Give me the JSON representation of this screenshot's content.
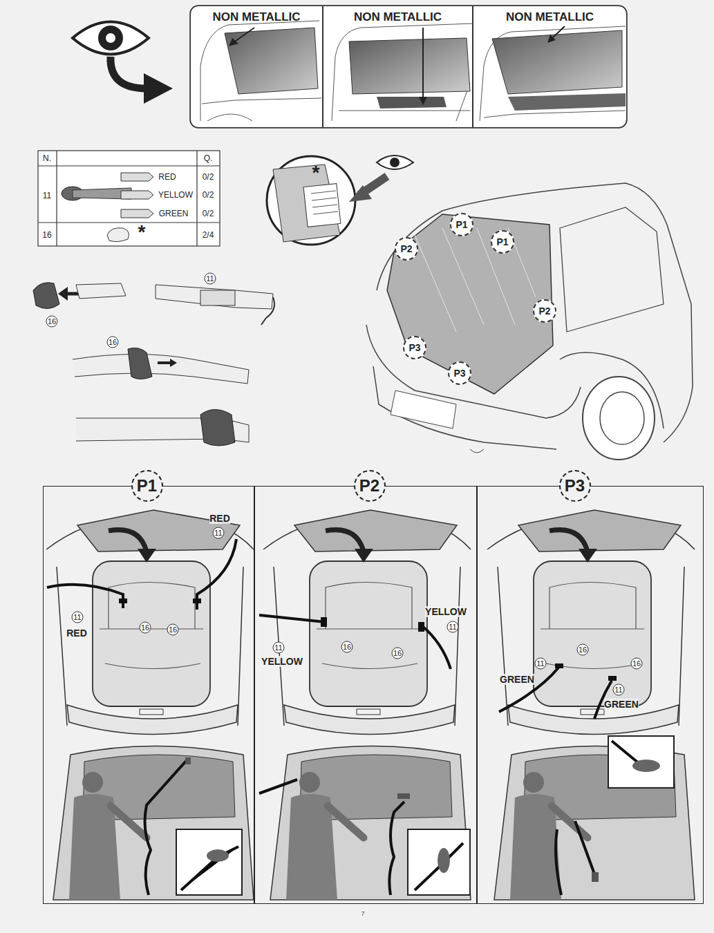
{
  "diagram": {
    "nodes": [
      {
        "text": [
          "NON METALLIC"
        ]
      },
      {
        "text": [
          "NON METALLIC"
        ]
      },
      {
        "text": [
          "NON METALLIC"
        ]
      },
      {
        "text": [
          "P1"
        ]
      },
      {
        "text": [
          "P2"
        ]
      },
      {
        "text": [
          "P3"
        ]
      }
    ],
    "labels": [
      "N.",
      "Q.",
      "11",
      "RED",
      "0/2",
      "YELLOW",
      "0/2",
      "GREEN",
      "0/2",
      "16",
      "*",
      "2/4",
      "*",
      "11",
      "16",
      "16",
      "P1",
      "P1",
      "P2",
      "P2",
      "P3",
      "P3",
      "RED",
      "11",
      "11",
      "RED",
      "16",
      "16",
      "11",
      "YELLOW",
      "16",
      "16",
      "YELLOW",
      "11",
      "11",
      "GREEN",
      "16",
      "16",
      "11",
      "GREEN",
      "7"
    ]
  }
}
